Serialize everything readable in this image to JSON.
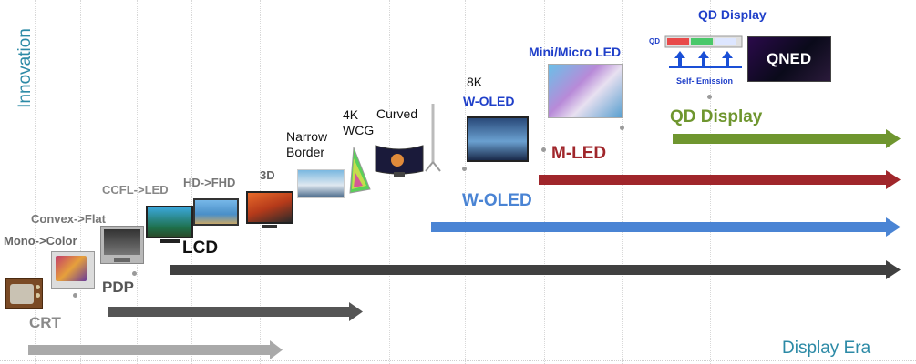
{
  "axes": {
    "y_label": "Innovation",
    "x_label": "Display Era"
  },
  "colors": {
    "axis_text": "#2c8aa6",
    "crt": "#a9a9a9",
    "pdp": "#555555",
    "lcd": "#404040",
    "woled": "#4a84d4",
    "mled": "#a0262b",
    "qd": "#6f962f"
  },
  "eras": [
    {
      "id": "crt",
      "label": "CRT",
      "color": "#a9a9a9"
    },
    {
      "id": "pdp",
      "label": "PDP",
      "color": "#555555"
    },
    {
      "id": "lcd",
      "label": "LCD",
      "color": "#404040"
    },
    {
      "id": "woled",
      "label": "W-OLED",
      "color": "#4a84d4"
    },
    {
      "id": "mled",
      "label": "M-LED",
      "color": "#a0262b"
    },
    {
      "id": "qd",
      "label": "QD Display",
      "color": "#6f962f"
    }
  ],
  "milestones": {
    "mono_color": "Mono->Color",
    "convex_flat": "Convex->Flat",
    "ccfl_led": "CCFL->LED",
    "hd_fhd": "HD->FHD",
    "three_d": "3D",
    "narrow_border_1": "Narrow",
    "narrow_border_2": "Border",
    "k4_1": "4K",
    "k4_2": "WCG",
    "curved": "Curved",
    "k8": "8K",
    "woled_small": "W-OLED",
    "mini_micro": "Mini/Micro LED",
    "qd_title": "QD Display",
    "qd_small": "QD",
    "self_emission": "Self- Emission",
    "qned": "QNED"
  }
}
